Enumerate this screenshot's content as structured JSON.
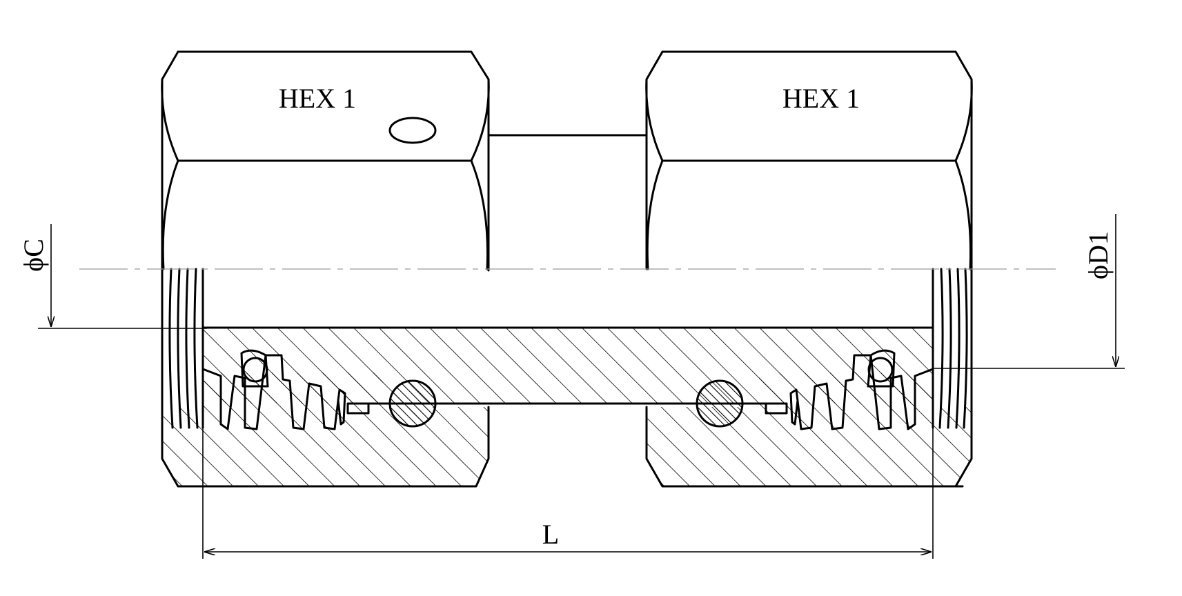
{
  "labels": {
    "hex_left": "HEX 1",
    "hex_right": "HEX 1",
    "dim_c": "ϕC",
    "dim_d1": "ϕD1",
    "dim_l": "L"
  }
}
